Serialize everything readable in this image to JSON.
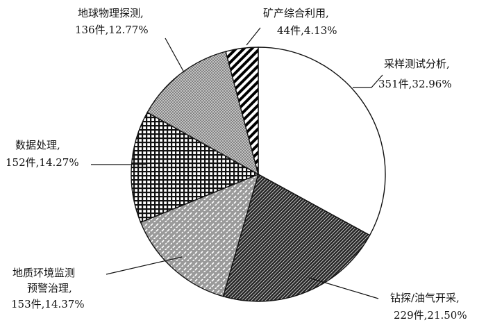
{
  "chart_data": {
    "type": "pie",
    "start_angle_deg": 0,
    "direction": "clockwise",
    "legend": "none",
    "slices": [
      {
        "name": "采样测试分析",
        "count": 351,
        "count_label": "351件",
        "percent": 32.96,
        "percent_label": "32.96%",
        "pattern": "white"
      },
      {
        "name": "钻探/油气开采",
        "count": 229,
        "count_label": "229件",
        "percent": 21.5,
        "percent_label": "21.50%",
        "pattern": "dark-diagonal"
      },
      {
        "name": "地质环境监测预警治理",
        "name_lines": [
          "地质环境监测",
          "预警治理,"
        ],
        "count": 153,
        "count_label": "153件",
        "percent": 14.37,
        "percent_label": "14.37%",
        "pattern": "gray-diagonal-dashes"
      },
      {
        "name": "数据处理",
        "count": 152,
        "count_label": "152件",
        "percent": 14.27,
        "percent_label": "14.27%",
        "pattern": "grid"
      },
      {
        "name": "地球物理探测",
        "count": 136,
        "count_label": "136件",
        "percent": 12.77,
        "percent_label": "12.77%",
        "pattern": "dotted-gray"
      },
      {
        "name": "矿产综合利用",
        "count": 44,
        "count_label": "44件",
        "percent": 4.13,
        "percent_label": "4.13%",
        "pattern": "black-white-stripes"
      }
    ]
  },
  "labels": {
    "caiyang": {
      "line1": "采样测试分析,",
      "line2": "351件,32.96%"
    },
    "zuantan": {
      "line1": "钻探/油气开采,",
      "line2": "229件,21.50%"
    },
    "dizhi": {
      "line1": "地质环境监测",
      "line2": "预警治理,",
      "line3": "153件,14.37%"
    },
    "shuju": {
      "line1": "数据处理,",
      "line2": "152件,14.27%"
    },
    "diqiu": {
      "line1": "地球物理探测,",
      "line2": "136件,12.77%"
    },
    "kuangchan": {
      "line1": "矿产综合利用,",
      "line2": "44件,4.13%"
    }
  }
}
